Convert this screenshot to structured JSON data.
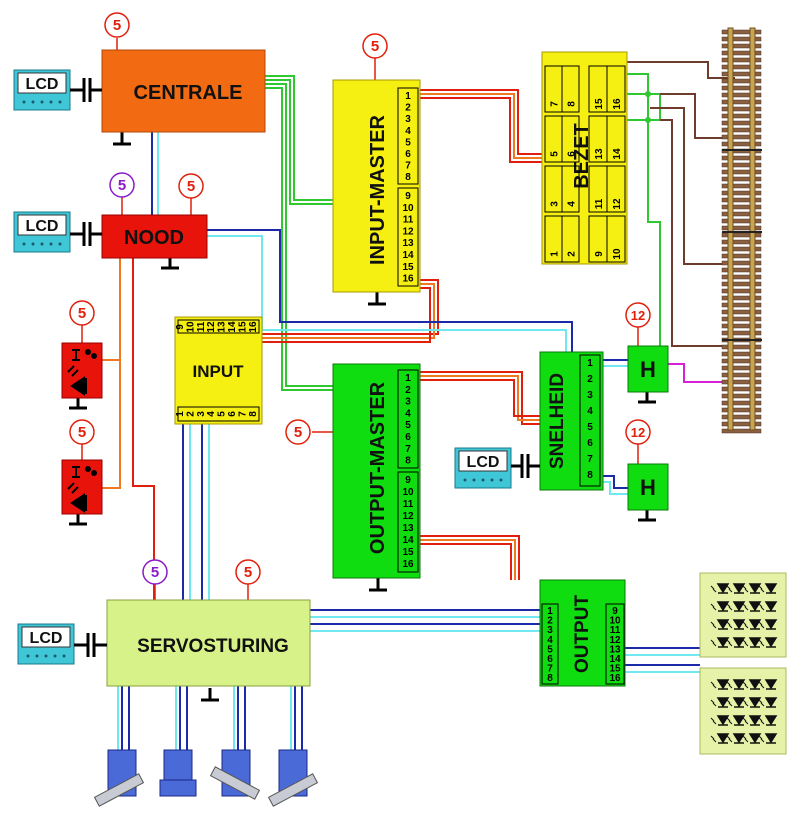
{
  "blocks": {
    "centrale": "CENTRALE",
    "nood": "NOOD",
    "input_master": "INPUT-MASTER",
    "bezet": "BEZET",
    "input": "INPUT",
    "output_master": "OUTPUT-MASTER",
    "snelheid": "SNELHEID",
    "servosturing": "SERVOSTURING",
    "output": "OUTPUT",
    "h_upper": "H",
    "h_lower": "H"
  },
  "lcd_label": "LCD",
  "badges": {
    "centrale": "5",
    "input_master": "5",
    "nood_left": "5",
    "nood_right": "5",
    "sensor_upper": "5",
    "sensor_lower": "5",
    "output_master": "5",
    "servo_left": "5",
    "servo_right": "5",
    "h_upper": "12",
    "h_lower": "12"
  },
  "pins_1_8": [
    "1",
    "2",
    "3",
    "4",
    "5",
    "6",
    "7",
    "8"
  ],
  "pins_9_16": [
    "9",
    "10",
    "11",
    "12",
    "13",
    "14",
    "15",
    "16"
  ],
  "bezet_grid": {
    "row1": [
      "1",
      "2",
      "3",
      "4",
      "5",
      "6",
      "7",
      "8"
    ],
    "row2": [
      "9",
      "10",
      "11",
      "12",
      "13",
      "14",
      "15",
      "16"
    ]
  },
  "colors": {
    "centrale": "#f26b12",
    "nood": "#e8140c",
    "input_master": "#f6ef12",
    "input": "#f6ef12",
    "bezet": "#f6ef12",
    "green_module": "#10dd10",
    "servo": "#d8f28a",
    "output_panel": "#e6f2a8",
    "lcd": "#3fc7d8",
    "wire_red": "#e0200c",
    "wire_orange": "#f07820",
    "wire_green": "#30c830",
    "wire_blue": "#1a2aa8",
    "wire_cyan": "#6fe8f0",
    "wire_brown": "#6e3c2a",
    "wire_magenta": "#d820d8",
    "badge_red": "#e0200c",
    "badge_purple": "#8a1cc8",
    "servo_motor": "#4a6ad8"
  }
}
